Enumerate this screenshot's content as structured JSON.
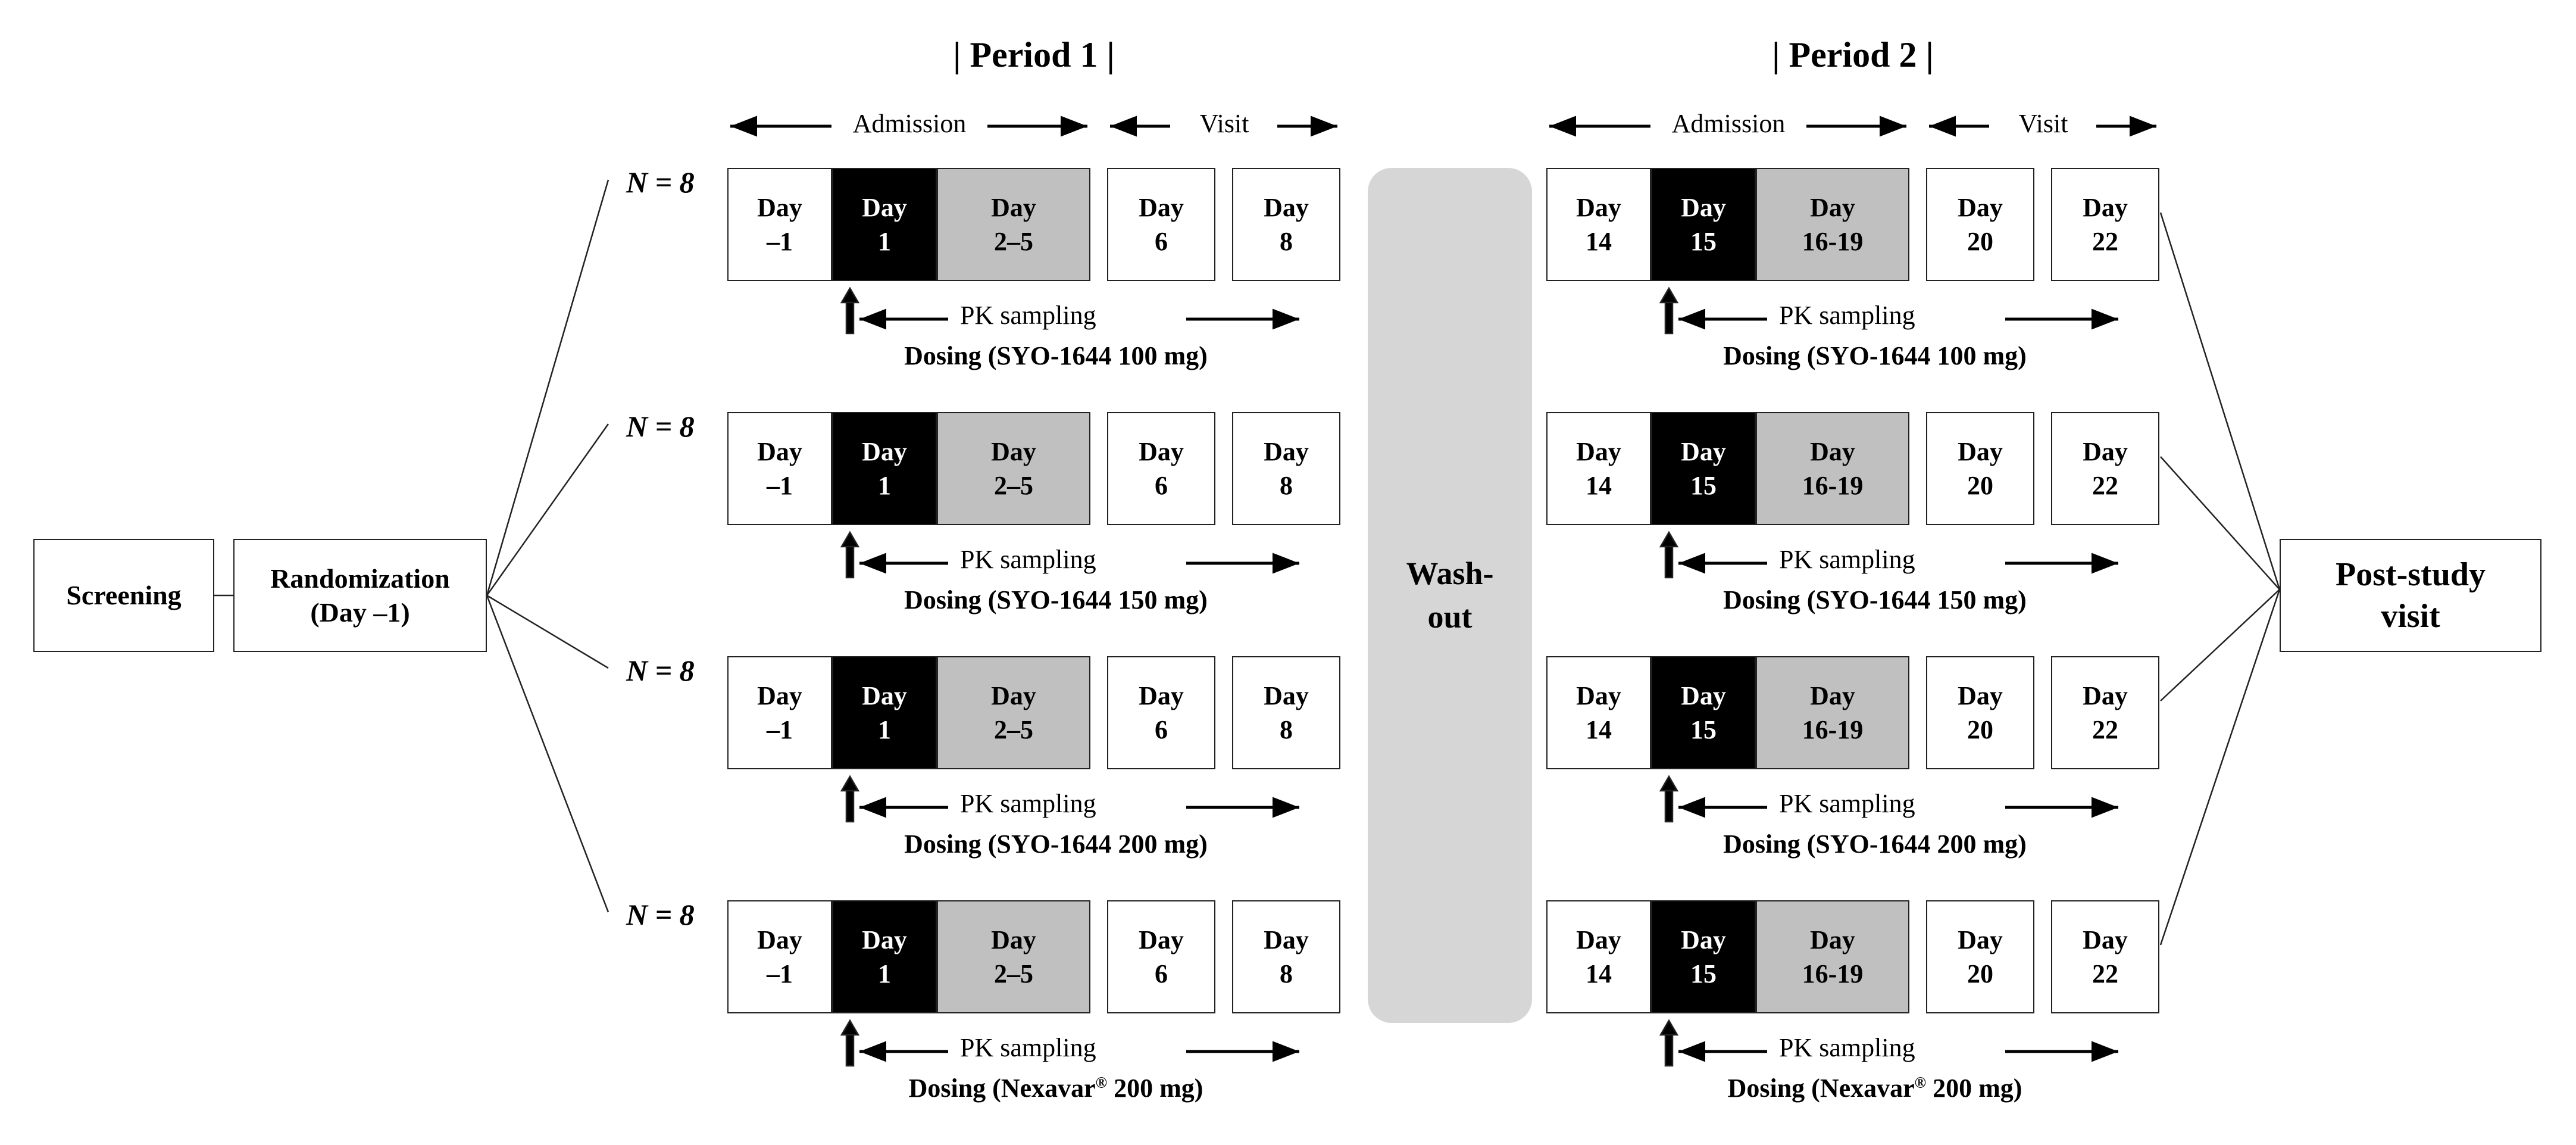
{
  "screening": "Screening",
  "randomization": {
    "line1": "Randomization",
    "line2": "(Day –1)"
  },
  "post_study": {
    "line1": "Post-study",
    "line2": "visit"
  },
  "washout": "Wash-\nout",
  "periods": [
    {
      "title": "| Period 1 |",
      "admission": "Admission",
      "visit": "Visit",
      "days": [
        "Day\n–1",
        "Day\n1",
        "Day\n2–5",
        "Day\n6",
        "Day\n8"
      ]
    },
    {
      "title": "| Period 2 |",
      "admission": "Admission",
      "visit": "Visit",
      "days": [
        "Day\n14",
        "Day\n15",
        "Day\n16-19",
        "Day\n20",
        "Day\n22"
      ]
    }
  ],
  "arms": [
    {
      "n": "N = 8",
      "dosing": "Dosing (SYO-1644 100 mg)"
    },
    {
      "n": "N = 8",
      "dosing": "Dosing (SYO-1644 150 mg)"
    },
    {
      "n": "N = 8",
      "dosing": "Dosing (SYO-1644 200 mg)"
    },
    {
      "n": "N = 8",
      "dosing": "Dosing (Nexavar",
      "dosing_sup": "®",
      "dosing_tail": " 200 mg)"
    }
  ],
  "pk_sampling": "PK sampling"
}
